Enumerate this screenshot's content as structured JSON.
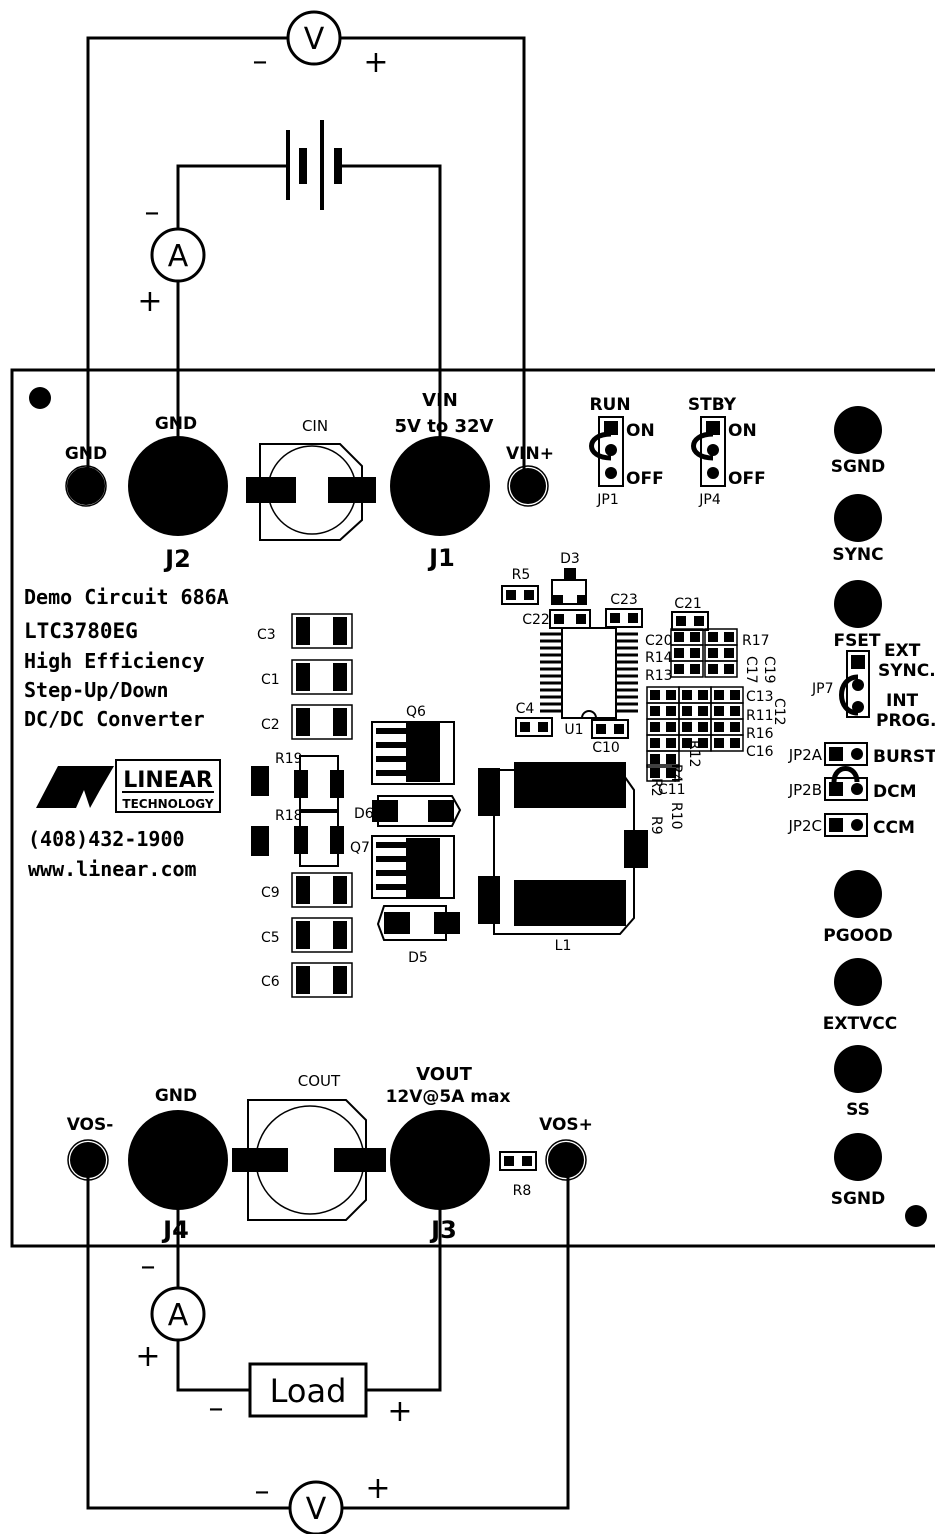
{
  "meters": {
    "top_voltmeter": "V",
    "top_ammeter": "A",
    "bottom_ammeter": "A",
    "bottom_voltmeter": "V"
  },
  "signs": {
    "minus": "–",
    "plus": "+"
  },
  "load_label": "Load",
  "board": {
    "gnd_top_left": "GND",
    "gnd_j2": "GND",
    "cin": "CIN",
    "vin": "VIN",
    "vin_range": "5V to 32V",
    "vin_plus": "VIN+",
    "j2": "J2",
    "j1": "J1",
    "run": "RUN",
    "stby": "STBY",
    "on": "ON",
    "off": "OFF",
    "jp1": "JP1",
    "jp4": "JP4",
    "sgnd_top": "SGND",
    "sync": "SYNC",
    "fset": "FSET",
    "ext": "EXT",
    "ext_sync": "SYNC.",
    "int": "INT",
    "int_prog": "PROG.",
    "jp7": "JP7",
    "jp2a": "JP2A",
    "jp2b": "JP2B",
    "jp2c": "JP2C",
    "burst": "BURST",
    "dcm": "DCM",
    "ccm": "CCM",
    "pgood": "PGOOD",
    "extvcc": "EXTVCC",
    "ss": "SS",
    "sgnd_bottom": "SGND",
    "demo_line1": "Demo Circuit 686A",
    "demo_line2": "LTC3780EG",
    "demo_line3": "High Efficiency",
    "demo_line4": "Step-Up/Down",
    "demo_line5": "DC/DC Converter",
    "logo_linear": "LINEAR",
    "logo_technology": "TECHNOLOGY",
    "phone": "(408)432-1900",
    "website": "www.linear.com",
    "vos_minus": "VOS-",
    "gnd_j4": "GND",
    "cout": "COUT",
    "vout": "VOUT",
    "vout_spec": "12V@5A max",
    "vos_plus": "VOS+",
    "r8": "R8",
    "j4": "J4",
    "j3": "J3"
  },
  "components": {
    "r5": "R5",
    "d3": "D3",
    "c23": "C23",
    "c21": "C21",
    "c22": "C22",
    "c20": "C20",
    "r14": "R14",
    "r13": "R13",
    "r17": "R17",
    "c17": "C17",
    "c19": "C19",
    "c13": "C13",
    "c12": "C12",
    "r11": "R11",
    "r16": "R16",
    "c16": "C16",
    "c4": "C4",
    "u1": "U1",
    "c10": "C10",
    "r2": "R2",
    "r4": "R4",
    "r12": "R12",
    "c11": "C11",
    "r9": "R9",
    "r10": "R10",
    "c3": "C3",
    "c1": "C1",
    "c2": "C2",
    "r19": "R19",
    "r18": "R18",
    "q6": "Q6",
    "d6": "D6",
    "q7": "Q7",
    "c9": "C9",
    "c5": "C5",
    "c6": "C6",
    "d5": "D5",
    "l1": "L1"
  }
}
